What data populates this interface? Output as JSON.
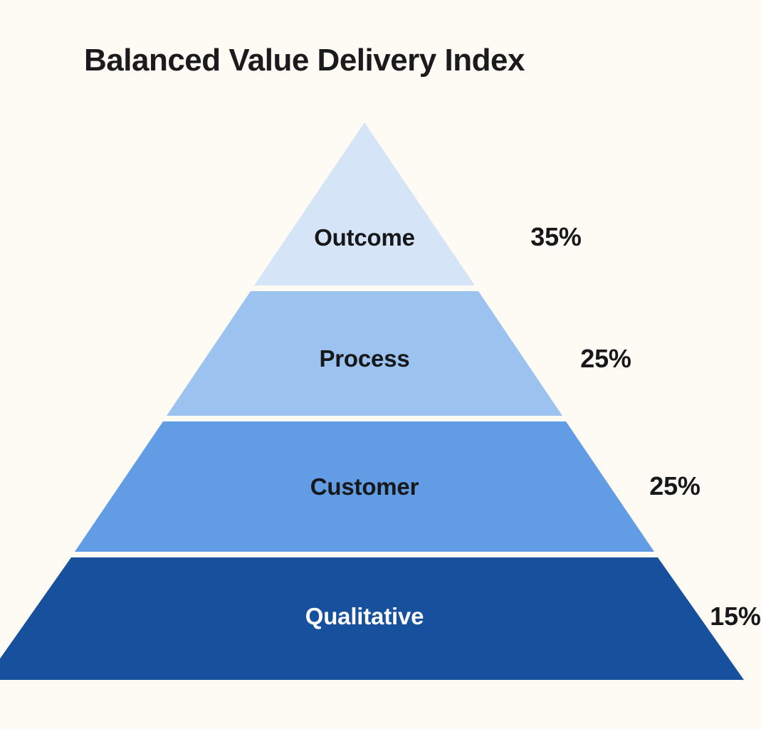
{
  "chart_data": {
    "type": "pie",
    "chart_form": "pyramid",
    "title": "Balanced Value Delivery Index",
    "xlabel": "",
    "ylabel": "",
    "legend": "none",
    "grid": false,
    "categories": [
      "Outcome",
      "Process",
      "Customer",
      "Qualitative"
    ],
    "values": [
      35,
      25,
      25,
      15
    ],
    "value_labels": [
      "35%",
      "25%",
      "25%",
      "15%"
    ],
    "value_unit": "%",
    "levels": [
      {
        "label": "Outcome",
        "value": 35,
        "value_label": "35%",
        "color": "#d6e4f7",
        "text_color": "#17181a",
        "value_label_clipped": false
      },
      {
        "label": "Process",
        "value": 25,
        "value_label": "25%",
        "color": "#9cc2ef",
        "text_color": "#17181a",
        "value_label_clipped": false
      },
      {
        "label": "Customer",
        "value": 25,
        "value_label": "25%",
        "color": "#619ce4",
        "text_color": "#17181a",
        "value_label_clipped": false
      },
      {
        "label": "Qualitative",
        "value": 15,
        "value_label": "15%",
        "color": "#17509c",
        "text_color": "#ffffff",
        "value_label_clipped": true
      }
    ]
  },
  "canvas": {
    "background_color": "#fdfbf3",
    "separator_color": "#fdfbf3"
  }
}
